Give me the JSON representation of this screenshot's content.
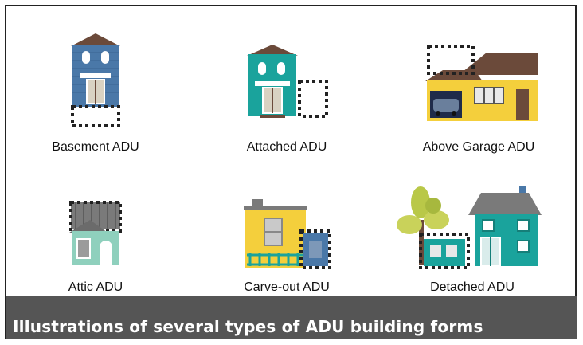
{
  "items": [
    {
      "label": "Basement ADU",
      "icon": "basement-adu-house-icon"
    },
    {
      "label": "Attached ADU",
      "icon": "attached-adu-house-icon"
    },
    {
      "label": "Above Garage ADU",
      "icon": "above-garage-adu-house-icon"
    },
    {
      "label": "Attic ADU",
      "icon": "attic-adu-house-icon"
    },
    {
      "label": "Carve-out ADU",
      "icon": "carve-out-adu-house-icon"
    },
    {
      "label": "Detached ADU",
      "icon": "detached-adu-house-icon"
    }
  ],
  "caption": "Illustrations of several types of ADU building forms",
  "colors": {
    "blue": "#4a78a8",
    "teal": "#1aa39c",
    "yellow": "#f4cf3c",
    "mint": "#8fd0bd",
    "roof_brown": "#6b4a3a",
    "roof_gray": "#7a7a7a",
    "caption_bg": "#555555"
  }
}
